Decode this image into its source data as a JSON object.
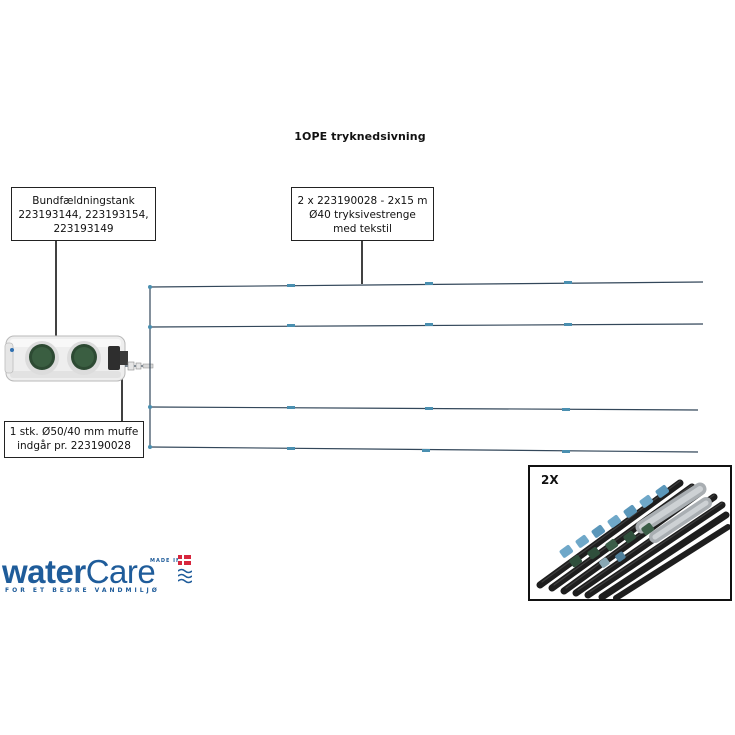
{
  "title": "1OPE tryknedsivning",
  "callouts": {
    "tank": {
      "line1": "Bundfældningstank",
      "line2": "223193144, 223193154,",
      "line3": "223193149"
    },
    "strings": {
      "line1": "2 x 223190028 - 2x15 m",
      "line2": "Ø40 tryksivestrenge",
      "line3": "med tekstil"
    },
    "muffe": {
      "line1": "1 stk. Ø50/40 mm muffe",
      "line2": "indgår pr. 223190028"
    }
  },
  "inset": {
    "label": "2X"
  },
  "logo": {
    "word_bold": "water",
    "word_light": "Care",
    "made_in": "MADE IN",
    "tagline": "FOR ET BEDRE VANDMILJØ"
  },
  "colors": {
    "pipe": "#33475a",
    "pipe_joint": "#4a8fb0",
    "tank_body": "#f2f2f2",
    "tank_lid": "#2d4a33",
    "logo_blue": "#1f5c9a",
    "flag_red": "#d7263d"
  }
}
